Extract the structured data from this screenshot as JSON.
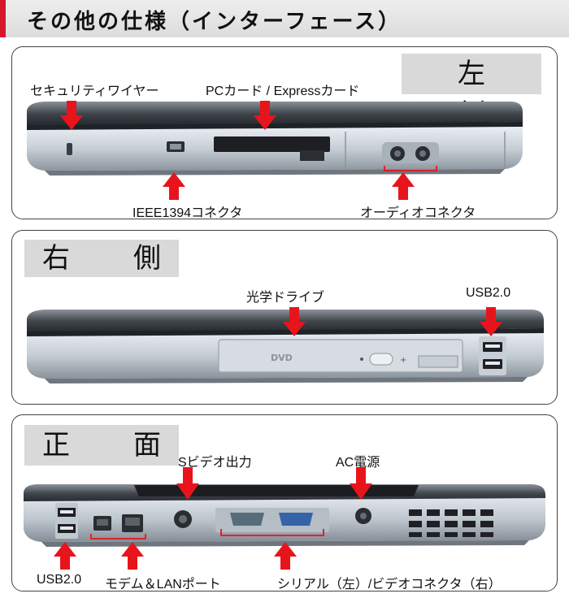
{
  "page_title": "その他の仕様（インターフェース）",
  "panels": {
    "left": {
      "label": "左　側",
      "callouts": {
        "security": "セキュリティワイヤー",
        "pccard": "PCカード / Expressカード",
        "ieee": "IEEE1394コネクタ",
        "audio": "オーディオコネクタ"
      }
    },
    "right": {
      "label": "右　側",
      "callouts": {
        "optical": "光学ドライブ",
        "usb": "USB2.0"
      }
    },
    "front": {
      "label": "正　面",
      "callouts": {
        "svideo": "Sビデオ出力",
        "ac": "AC電源",
        "usb": "USB2.0",
        "modem_lan": "モデム＆LANポート",
        "serial_video": "シリアル（左）/ビデオコネクタ（右）"
      }
    }
  },
  "colors": {
    "accent": "#d6182b",
    "arrow": "#e8141c",
    "label_bg": "#d9d9d9"
  }
}
